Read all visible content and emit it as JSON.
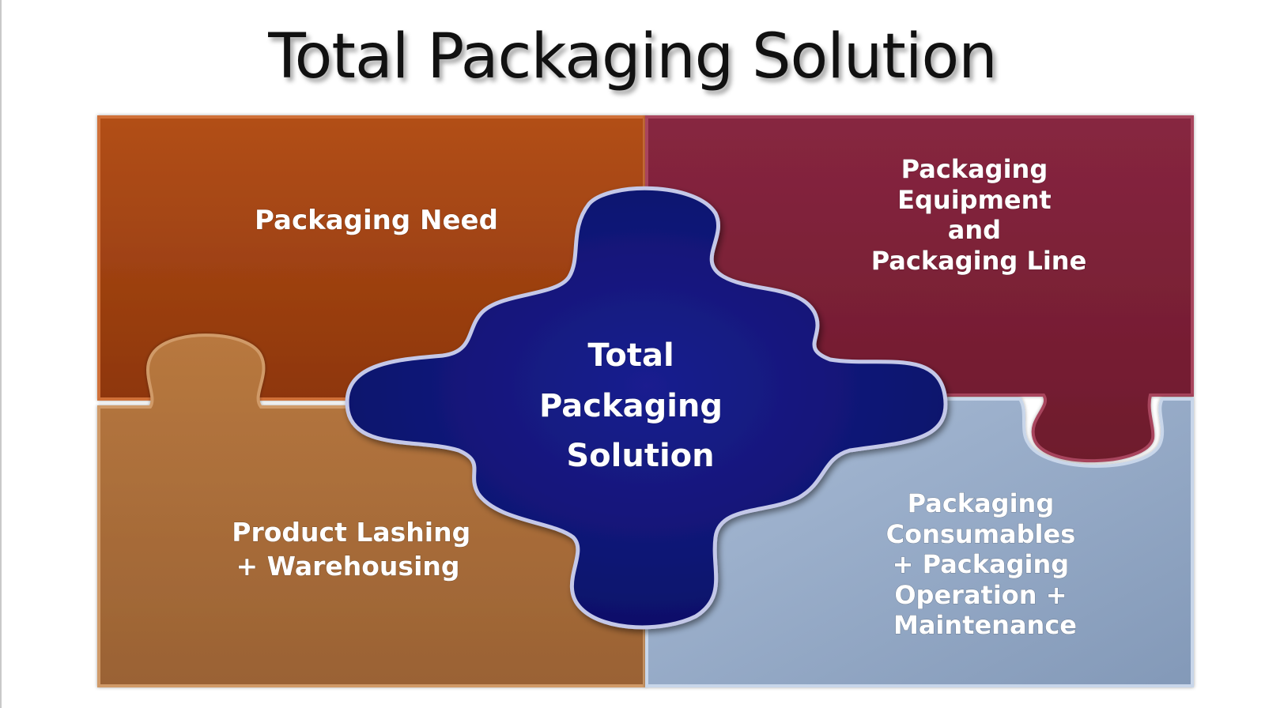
{
  "title": "Total Packaging Solution",
  "pieces": {
    "top_left": {
      "lines": [
        "Packaging Need"
      ],
      "color": "#9c3e10"
    },
    "top_right": {
      "lines": [
        "Packaging",
        "Equipment",
        "and",
        "Packaging Line"
      ],
      "color": "#7b1f33"
    },
    "bottom_left": {
      "lines": [
        "Product Lashing",
        "+ Warehousing"
      ],
      "color": "#a56d3b"
    },
    "bottom_right": {
      "lines": [
        "Packaging",
        "Consumables",
        "+ Packaging",
        "Operation +",
        "Maintenance"
      ],
      "color": "#93a9c6"
    },
    "center": {
      "lines": [
        "Total",
        "Packaging",
        "Solution"
      ],
      "color": "#11157a"
    }
  }
}
